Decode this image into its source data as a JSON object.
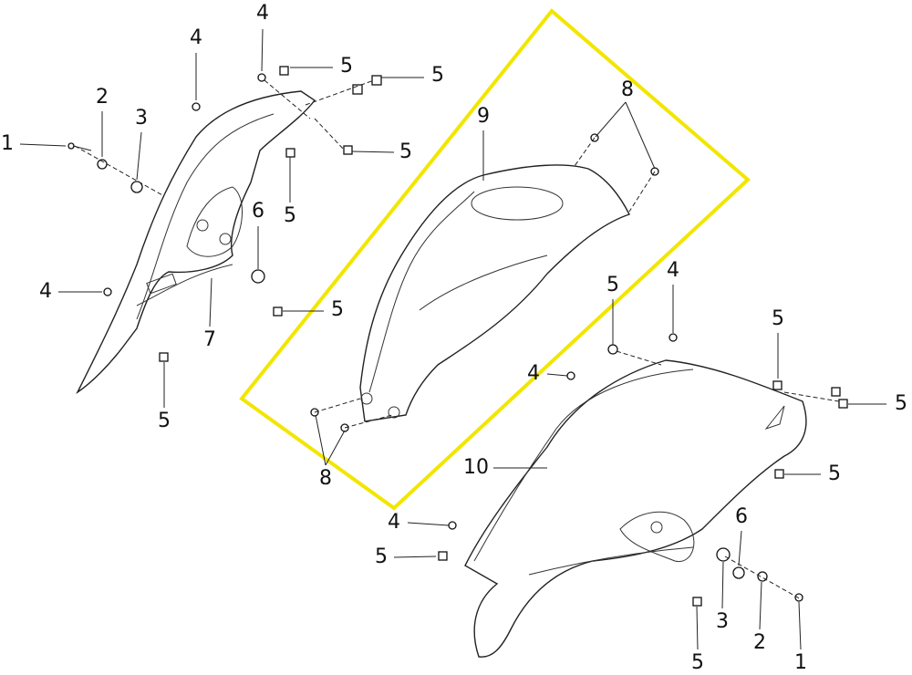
{
  "diagram": {
    "title": "Fuel tank cover and side panels exploded view",
    "highlight_color": "#f2e600",
    "callouts": [
      "1",
      "2",
      "3",
      "4",
      "4",
      "5",
      "5",
      "5",
      "5",
      "6",
      "4",
      "7",
      "5",
      "5",
      "9",
      "8",
      "8",
      "5",
      "4",
      "5",
      "4",
      "5",
      "10",
      "5",
      "6",
      "4",
      "5",
      "3",
      "2",
      "1",
      "5"
    ]
  }
}
